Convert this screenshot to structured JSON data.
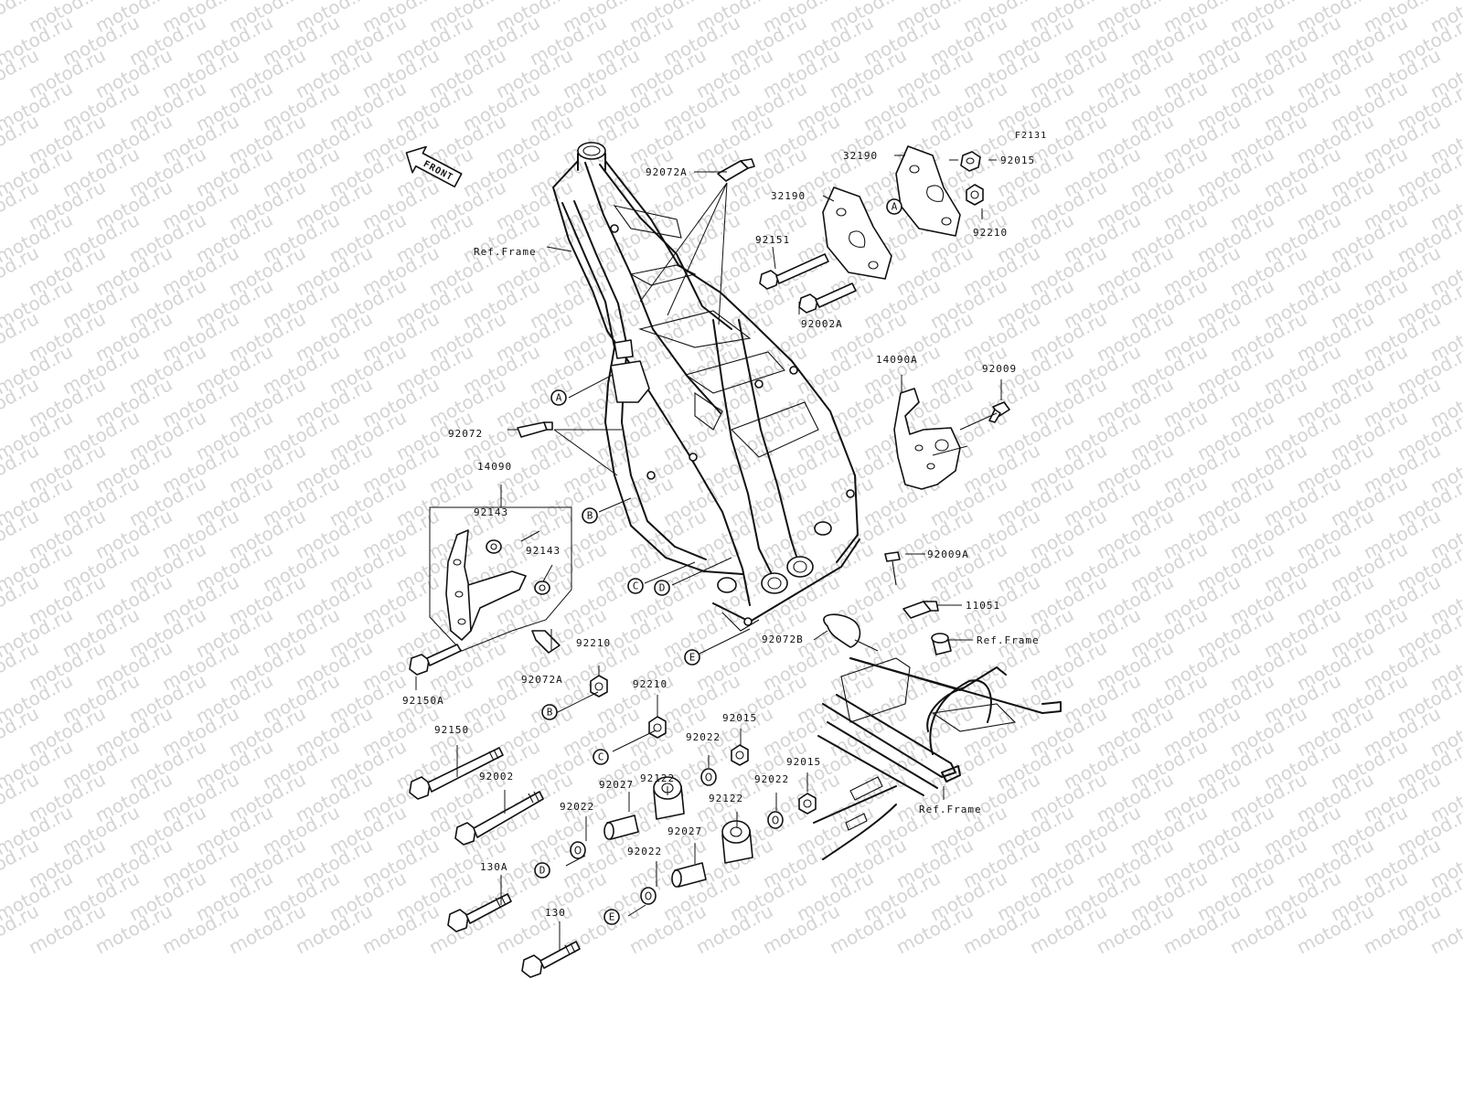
{
  "watermark": "motod.ru",
  "figure_code": "F2131",
  "front_label": "FRONT",
  "ref_frame": "Ref.Frame",
  "callouts": [
    "A",
    "B",
    "C",
    "D",
    "E"
  ],
  "parts": {
    "p92072A_top": "92072A",
    "p32190_a": "32190",
    "p32190_b": "32190",
    "p92015_top": "92015",
    "p92210_top": "92210",
    "p92151": "92151",
    "p92002A": "92002A",
    "p14090A": "14090A",
    "p92009": "92009",
    "p92072": "92072",
    "p14090": "14090",
    "p92143_a": "92143",
    "p92143_b": "92143",
    "p92072A_low": "92072A",
    "p92150A": "92150A",
    "p92210_b": "92210",
    "p92210_c": "92210",
    "p92150": "92150",
    "p92002": "92002",
    "p92015_b": "92015",
    "p92015_c": "92015",
    "p92022_a": "92022",
    "p92022_b": "92022",
    "p92022_c": "92022",
    "p92022_d": "92022",
    "p92122_a": "92122",
    "p92122_b": "92122",
    "p92027_a": "92027",
    "p92027_b": "92027",
    "p130A": "130A",
    "p130": "130",
    "p92009A": "92009A",
    "p11051": "11051",
    "p92072B": "92072B"
  }
}
